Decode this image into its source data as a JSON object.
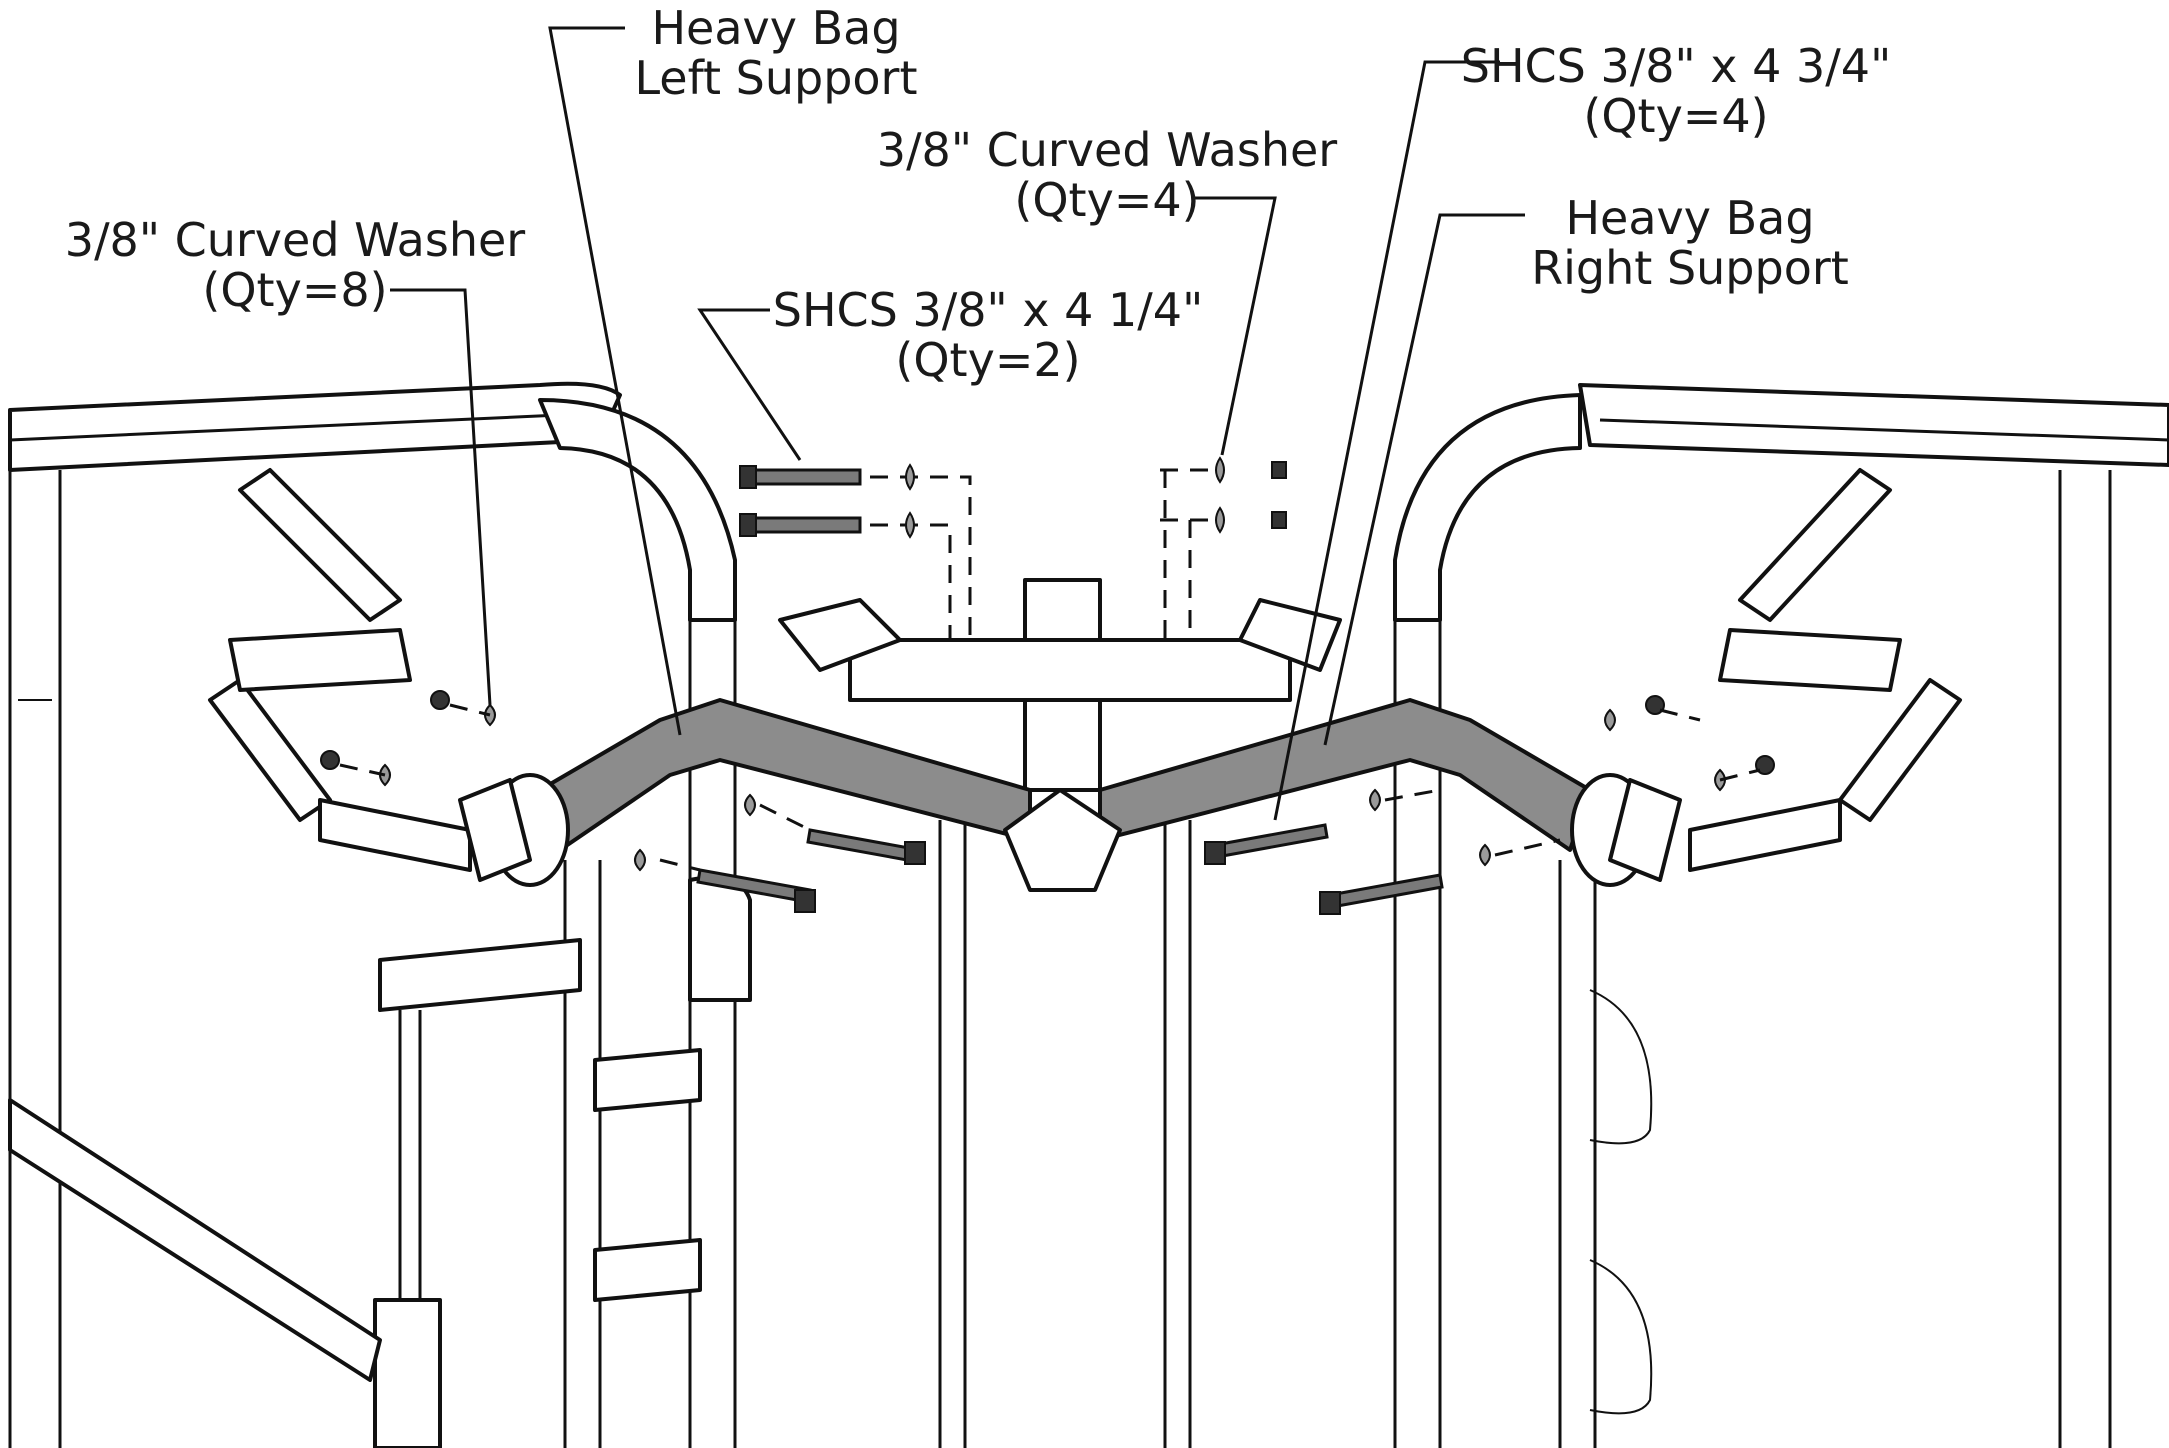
{
  "figure": {
    "type": "assembly-exploded-view",
    "labels": {
      "heavy_bag_left_support": [
        "Heavy Bag",
        "Left Support"
      ],
      "heavy_bag_right_support": [
        "Heavy Bag",
        "Right Support"
      ],
      "curved_washer_qty8": [
        "3/8\" Curved Washer",
        "(Qty=8)"
      ],
      "curved_washer_qty4": [
        "3/8\" Curved Washer",
        "(Qty=4)"
      ],
      "shcs_4_1_4": [
        "SHCS 3/8\" x 4 1/4\"",
        "(Qty=2)"
      ],
      "shcs_4_3_4": [
        "SHCS 3/8\" x 4 3/4\"",
        "(Qty=4)"
      ]
    },
    "colors": {
      "ink": "#111111",
      "support_fill": "#8c8c8c",
      "background": "#ffffff"
    }
  }
}
